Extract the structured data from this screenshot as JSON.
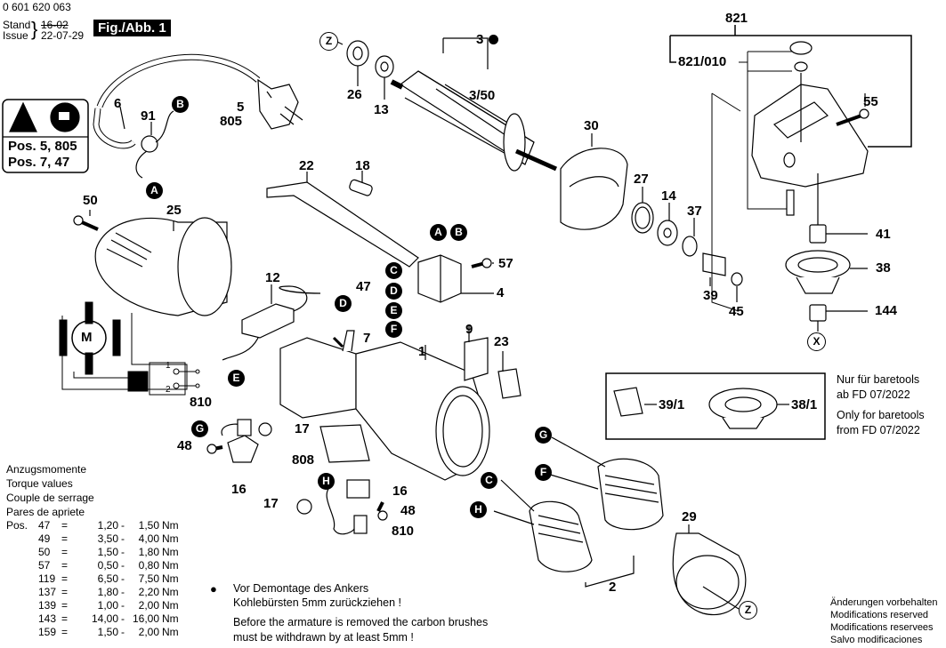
{
  "header": {
    "doc_number": "0 601 620 063",
    "stand_label": "Stand",
    "issue_label": "Issue",
    "old_date": "16-02",
    "new_date": "22-07-29",
    "figure_label": "Fig./Abb. 1"
  },
  "warning_box": {
    "icons": [
      "warning-triangle-icon",
      "read-manual-icon"
    ],
    "line1": "Pos. 5, 805",
    "line2": "Pos. 7, 47"
  },
  "connector_badges": [
    "A",
    "B",
    "C",
    "D",
    "E",
    "F",
    "G",
    "H"
  ],
  "reference_markers": [
    "X",
    "Z"
  ],
  "part_labels": {
    "p3": "3",
    "p3_50": "3/50",
    "p26": "26",
    "p13": "13",
    "p30": "30",
    "p27": "27",
    "p14": "14",
    "p37": "37",
    "p39": "39",
    "p45": "45",
    "p821": "821",
    "p821_010": "821/010",
    "p55": "55",
    "p41": "41",
    "p38": "38",
    "p144": "144",
    "p6": "6",
    "p91": "91",
    "p5": "5",
    "p805": "805",
    "p22": "22",
    "p18": "18",
    "p50": "50",
    "p25": "25",
    "p57": "57",
    "p4": "4",
    "p12": "12",
    "p47": "47",
    "p7": "7",
    "p1": "1",
    "p9": "9",
    "p23": "23",
    "p810a": "810",
    "p17a": "17",
    "p48a": "48",
    "p16a": "16",
    "p808": "808",
    "p16b": "16",
    "p17b": "17",
    "p48b": "48",
    "p810b": "810",
    "p2": "2",
    "p29": "29"
  },
  "motor_symbol": "M",
  "switch_contacts": [
    "1",
    "2"
  ],
  "baretools_box": {
    "part1": "39/1",
    "part2": "38/1",
    "note_de_1": "Nur für baretools",
    "note_de_2": "ab FD 07/2022",
    "note_en_1": "Only for baretools",
    "note_en_2": "from FD 07/2022"
  },
  "torque": {
    "headings": [
      "Anzugsmomente",
      "Torque values",
      "Couple de serrage",
      "Pares de apriete"
    ],
    "pos_label": "Pos.",
    "rows": [
      {
        "pos": "47",
        "eq": "=",
        "from": "1,20",
        "to": "1,50",
        "unit": "Nm"
      },
      {
        "pos": "49",
        "eq": "=",
        "from": "3,50",
        "to": "4,00",
        "unit": "Nm"
      },
      {
        "pos": "50",
        "eq": "=",
        "from": "1,50",
        "to": "1,80",
        "unit": "Nm"
      },
      {
        "pos": "57",
        "eq": "=",
        "from": "0,50",
        "to": "0,80",
        "unit": "Nm"
      },
      {
        "pos": "119",
        "eq": "=",
        "from": "6,50",
        "to": "7,50",
        "unit": "Nm"
      },
      {
        "pos": "137",
        "eq": "=",
        "from": "1,80",
        "to": "2,20",
        "unit": "Nm"
      },
      {
        "pos": "139",
        "eq": "=",
        "from": "1,00",
        "to": "2,00",
        "unit": "Nm"
      },
      {
        "pos": "143",
        "eq": "=",
        "from": "14,00",
        "to": "16,00",
        "unit": "Nm"
      },
      {
        "pos": "159",
        "eq": "=",
        "from": "1,50",
        "to": "2,00",
        "unit": "Nm"
      }
    ]
  },
  "note": {
    "bullet": "●",
    "de_1": "Vor Demontage des Ankers",
    "de_2": "Kohlebürsten 5mm zurückziehen !",
    "en_1": "Before the armature is removed the carbon brushes",
    "en_2": "must be withdrawn by at least 5mm !"
  },
  "footer": {
    "line1": "Änderungen vorbehalten",
    "line2": "Modifications reserved",
    "line3": "Modifications reservees",
    "line4": "Salvo modificaciones"
  }
}
